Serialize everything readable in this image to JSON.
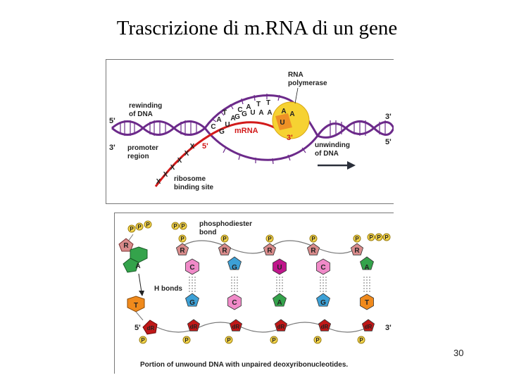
{
  "slide": {
    "title": "Trascrizione di m.RNA di un gene",
    "page_number": "30"
  },
  "transcription": {
    "label_rna_polymerase_1": "RNA",
    "label_rna_polymerase_2": "polymerase",
    "label_rewinding_1": "rewinding",
    "label_rewinding_2": "of DNA",
    "label_promoter_1": "promoter",
    "label_promoter_2": "region",
    "label_mrna": "mRNA",
    "label_ribosome_1": "ribosome",
    "label_ribosome_2": "binding site",
    "label_unwinding_1": "unwinding",
    "label_unwinding_2": "of DNA",
    "end_left_top": "5'",
    "end_left_bottom": "3'",
    "end_right_top": "3'",
    "end_right_bottom": "5'",
    "end_mrna_5": "5'",
    "end_mrna_3": "3'",
    "template_bases": [
      "C",
      "A",
      "T",
      "T"
    ],
    "rna_bases": [
      "G",
      "G",
      "U",
      "A",
      "A"
    ],
    "left_arc_bases": [
      "C",
      "A",
      "T"
    ],
    "left_rna_bases": [
      "G",
      "U",
      "A"
    ],
    "polymerase_bases_top": [
      "A",
      "A"
    ],
    "polymerase_bases_bottom": [
      "U"
    ]
  },
  "nucleotides": {
    "label_phosphodiester_1": "phosphodiester",
    "label_phosphodiester_2": "bond",
    "label_h_bonds": "H bonds",
    "caption": "Portion of unwound DNA with unpaired deoxyribonucleotides.",
    "phosphate": "P",
    "ribose": "R",
    "deoxyribose": "dR",
    "end_5": "5'",
    "end_3": "3'",
    "free_base": "A",
    "free_base_target": "T",
    "top_bases": [
      "C",
      "G",
      "U",
      "C",
      "A"
    ],
    "bottom_bases": [
      "G",
      "C",
      "A",
      "G",
      "T"
    ],
    "colors": {
      "phosphate": "#f2d34b",
      "ribose": "#d98b8b",
      "deoxyribose": "#c01818",
      "A": "#34a34b",
      "T": "#f08a1c",
      "C": "#f08ac8",
      "G": "#3ca0d6",
      "U": "#c0168c"
    }
  }
}
